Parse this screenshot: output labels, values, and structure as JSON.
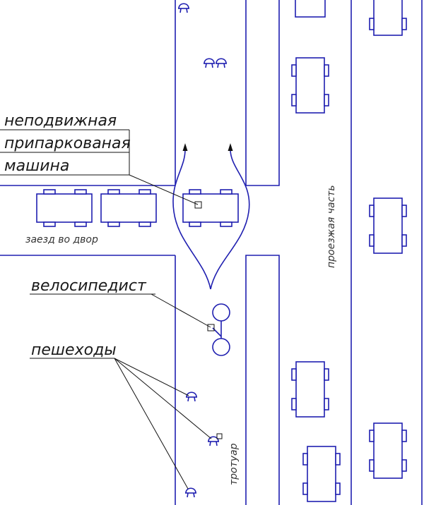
{
  "labels": {
    "stationary_line1": "неподвижная",
    "stationary_line2": "припаркованая",
    "stationary_line3": "машина",
    "driveway": "заезд во двор",
    "carriageway": "проезжая часть",
    "cyclist": "велосипедист",
    "pedestrians": "пешеходы",
    "sidewalk": "тротуар"
  },
  "colors": {
    "drawing_line": "#1f1fb0",
    "text": "#1a1a1a",
    "leader": "#111111"
  }
}
